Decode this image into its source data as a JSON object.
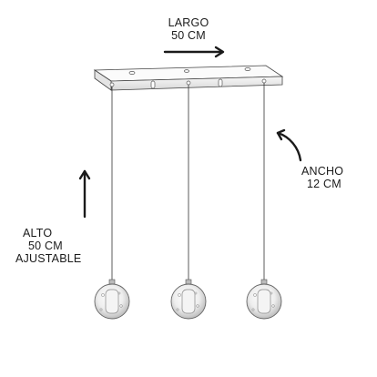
{
  "colors": {
    "line": "#333333",
    "arrow": "#1a1a1a",
    "metal": "#c9c9c9",
    "glass": "#d9d9d9",
    "text": "#1b1b1b",
    "background": "#ffffff"
  },
  "dimensions": {
    "largo": {
      "line1": "LARGO",
      "line2": "50 CM"
    },
    "ancho": {
      "line1": "ANCHO",
      "line2": "12 CM"
    },
    "alto": {
      "line1": "ALTO",
      "line2": "50 CM",
      "line3": "AJUSTABLE"
    }
  },
  "product": {
    "pendant_count": 3
  }
}
